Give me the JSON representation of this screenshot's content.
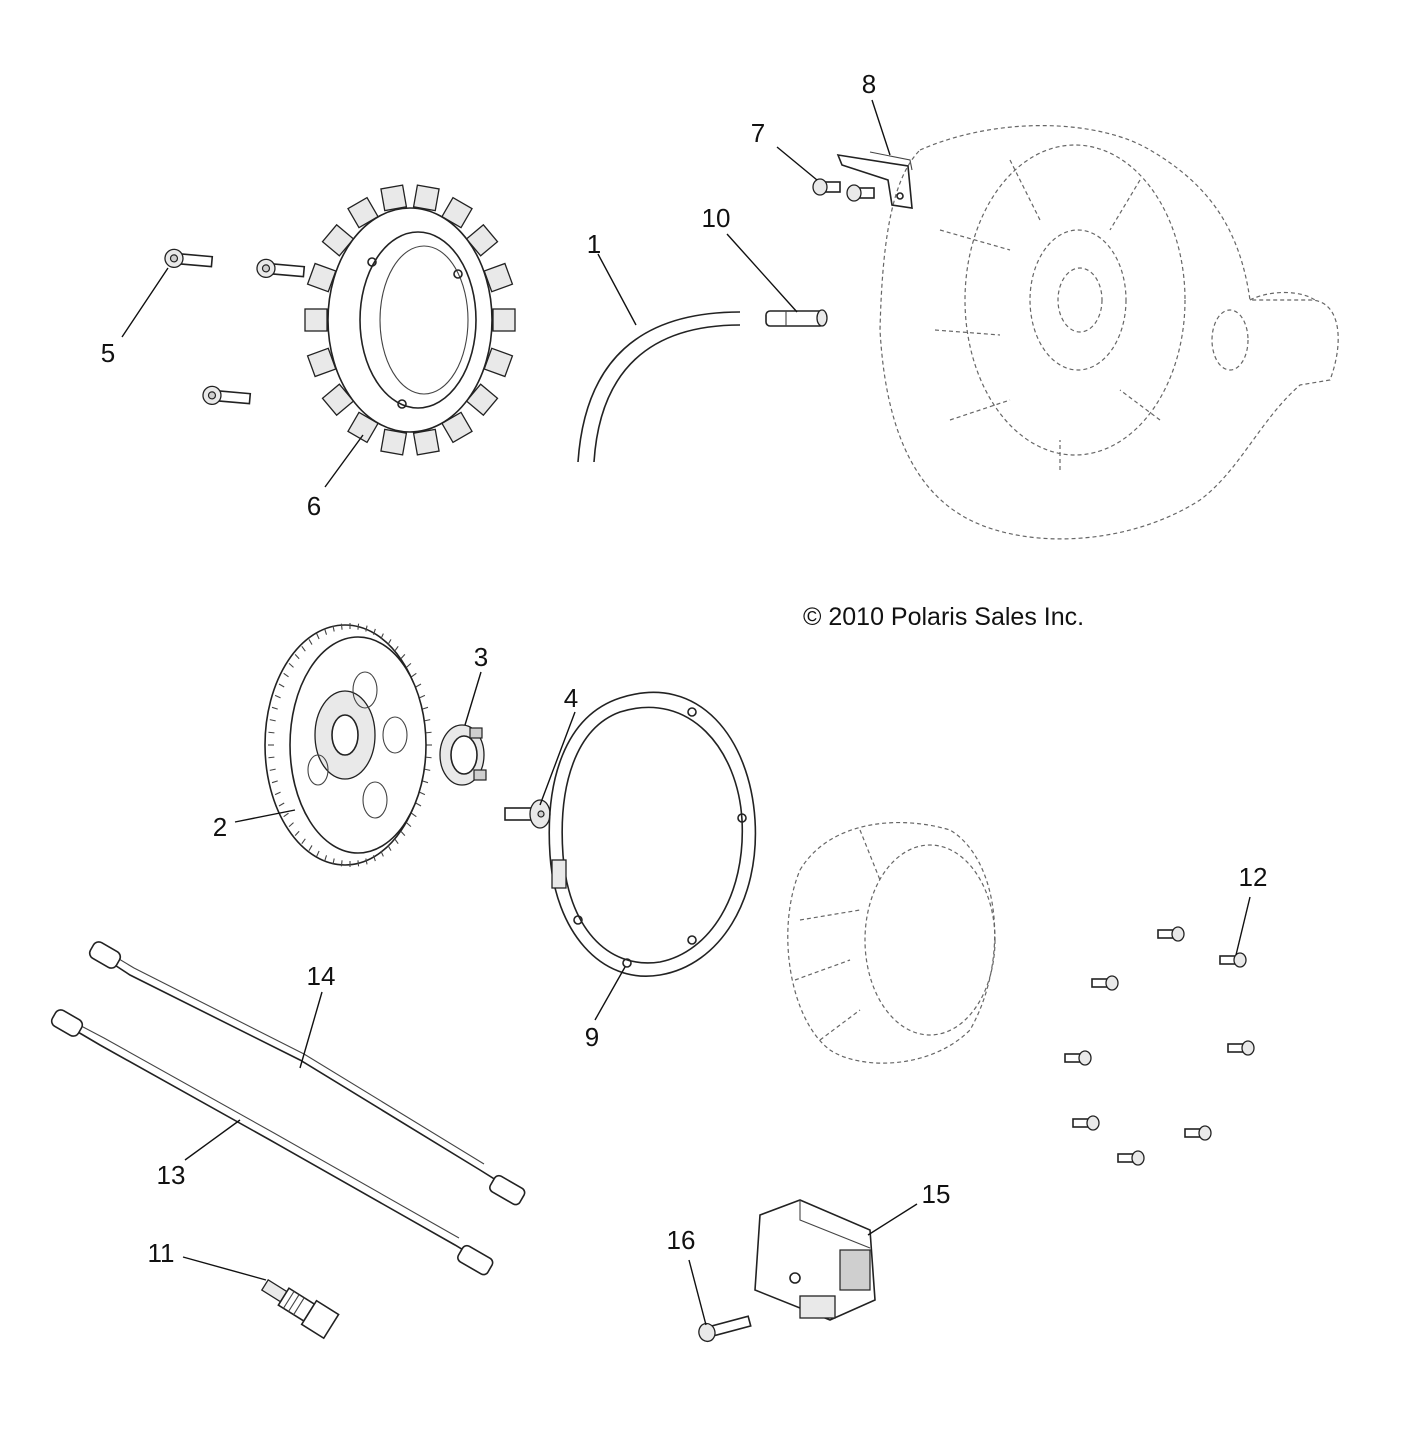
{
  "copyright": "© 2010 Polaris Sales Inc.",
  "callouts": {
    "c1": "1",
    "c2": "2",
    "c3": "3",
    "c4": "4",
    "c5": "5",
    "c6": "6",
    "c7": "7",
    "c8": "8",
    "c9": "9",
    "c10": "10",
    "c11": "11",
    "c12": "12",
    "c13": "13",
    "c14": "14",
    "c15": "15",
    "c16": "16"
  }
}
